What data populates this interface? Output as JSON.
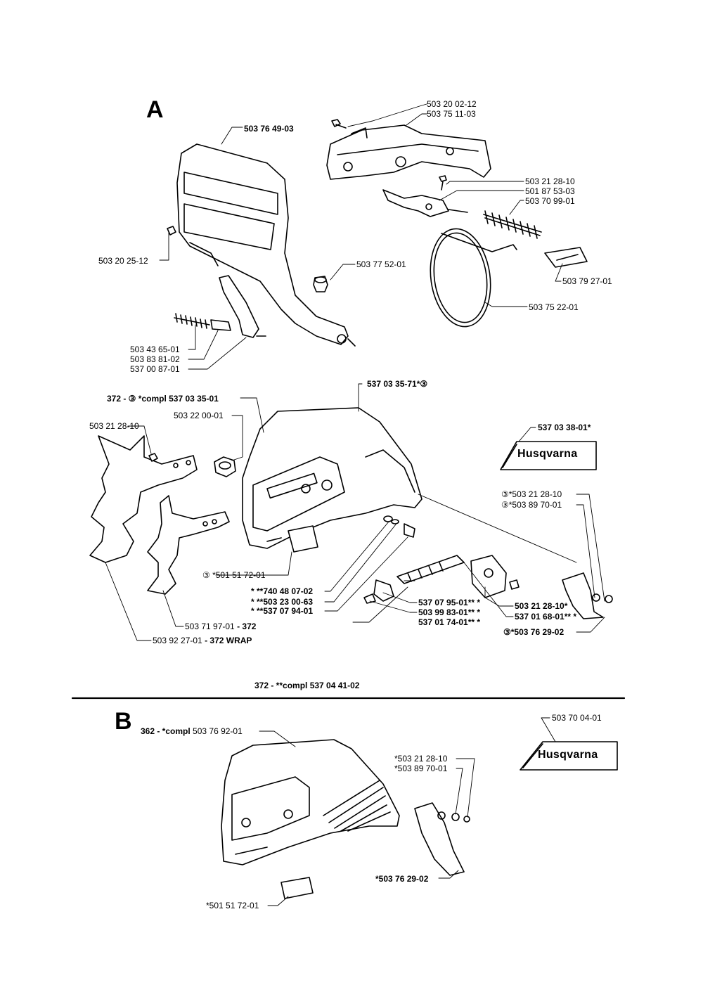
{
  "sections": {
    "a": "A",
    "b": "B"
  },
  "brand": {
    "logo_a": "Husqvarna",
    "logo_b": "Husqvarna"
  },
  "labels": {
    "l_503_20_02_12": "503 20 02-12",
    "l_503_75_11_03": "503 75 11-03",
    "l_503_76_49_03": "503 76 49-03",
    "l_503_21_28_10_top": "503 21 28-10",
    "l_501_87_53_03": "501 87 53-03",
    "l_503_70_99_01": "503 70 99-01",
    "l_503_20_25_12": "503 20 25-12",
    "l_503_77_52_01": "503 77 52-01",
    "l_503_79_27_01": "503 79 27-01",
    "l_503_75_22_01": "503 75 22-01",
    "l_503_43_65_01": "503 43 65-01",
    "l_503_83_81_02": "503 83 81-02",
    "l_537_00_87_01": "537 00 87-01",
    "l_537_03_35_71": "537 03 35-71*③",
    "l_372_compl_a": "372 - ③ *compl 537 03 35-01",
    "l_503_22_00_01": "503 22 00-01",
    "l_503_21_28_10_left": "503 21 28-10",
    "l_537_03_38_01": "537 03 38-01*",
    "l_c503_21_28_10": "③*503 21 28-10",
    "l_c503_89_70_01": "③*503 89 70-01",
    "l_c501_51_72_01": "③ *501 51 72-01",
    "l_740_48_07_02": "* **740 48 07-02",
    "l_503_23_00_63": "* **503 23 00-63",
    "l_537_07_94_01": "* **537 07 94-01",
    "l_537_07_95_01": "537 07 95-01** *",
    "l_503_99_83_01": "503 99 83-01** *",
    "l_537_01_74_01": "537 01 74-01** *",
    "l_503_21_28_10_star": "503 21 28-10*",
    "l_537_01_68_01": "537 01 68-01** *",
    "l_c503_76_29_02": "③*503 76 29-02",
    "l_503_71_97_01_a": "503 71 97-01",
    "l_503_71_97_01_b": " - 372",
    "l_503_92_27_01_a": "503 92 27-01",
    "l_503_92_27_01_b": " - 372 WRAP",
    "l_372_compl_b": "372 - **compl 537 04 41-02",
    "l_362_compl_a": "362 - *compl",
    "l_362_compl_b": " 503 76 92-01",
    "l_503_70_04_01": "503 70 04-01",
    "l_s503_21_28_10": "*503 21 28-10",
    "l_s503_89_70_01": "*503 89 70-01",
    "l_s503_76_29_02": "*503 76 29-02",
    "l_s501_51_72_01": "*501 51 72-01"
  }
}
